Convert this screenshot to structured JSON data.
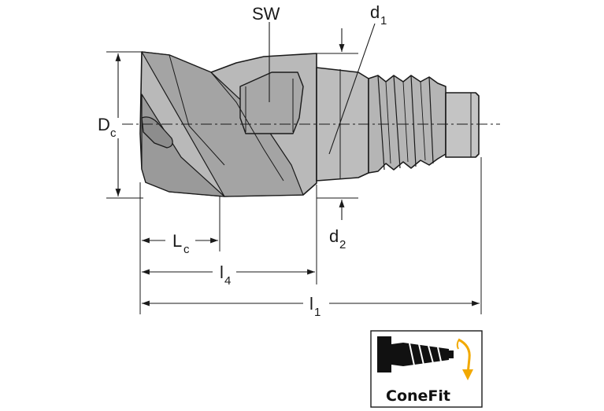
{
  "labels": {
    "sw": "SW",
    "d1_main": "d",
    "d1_sub": "1",
    "d2_main": "d",
    "d2_sub": "2",
    "dc_main": "D",
    "dc_sub": "c",
    "lc_main": "L",
    "lc_sub": "c",
    "l4_main": "l",
    "l4_sub": "4",
    "l1_main": "l",
    "l1_sub": "1"
  },
  "logo": {
    "text": "ConeFit",
    "accent_color": "#f2a900"
  },
  "colors": {
    "tool_fill": "#b7b7b7",
    "tool_dark": "#8e8e8e",
    "line": "#1a1a1a"
  }
}
